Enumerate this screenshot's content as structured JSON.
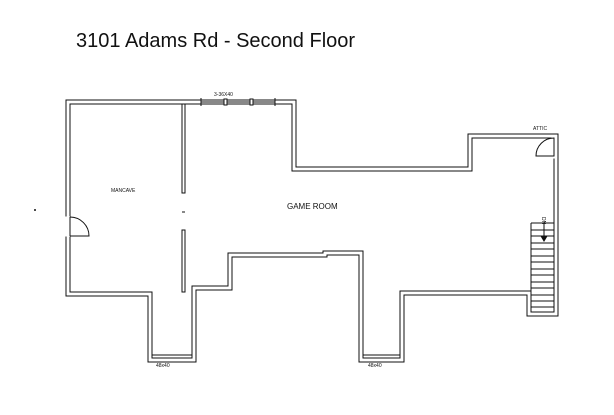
{
  "title": "3101 Adams Rd - Second Floor",
  "labels": {
    "window": "3-36X40",
    "attic": "ATTIC",
    "mancave": "MANCAVE",
    "game_room": "GAME ROOM",
    "stair_dn": "DN",
    "bay_left": "48x40",
    "bay_right": "48x40"
  }
}
